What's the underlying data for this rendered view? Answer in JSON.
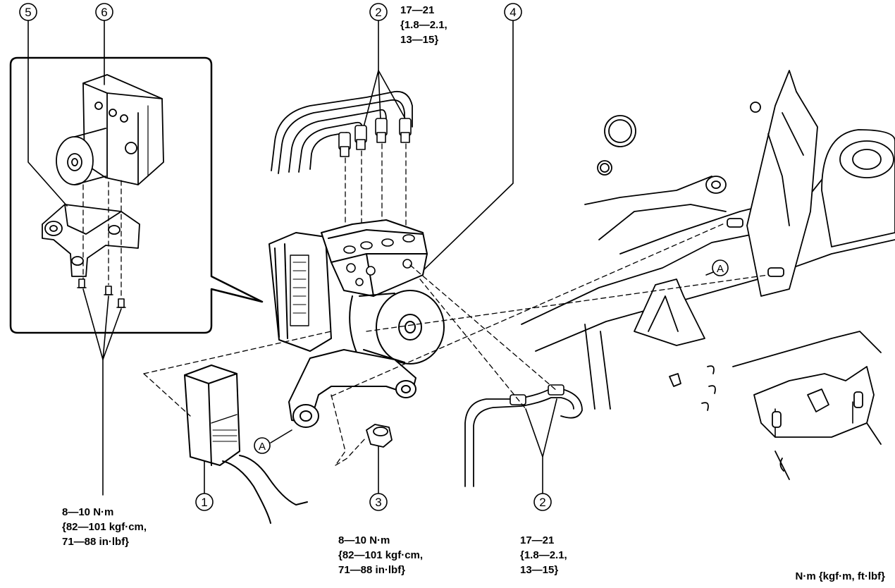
{
  "callouts": {
    "c1": "1",
    "c2_top": "2",
    "c2_bottom": "2",
    "c3": "3",
    "c4": "4",
    "c5": "5",
    "c6": "6",
    "ref_a_left": "A",
    "ref_a_right": "A"
  },
  "torque": {
    "top_right": [
      "17—21",
      "{1.8—2.1,",
      "13—15}"
    ],
    "bolts_left": [
      "8—10 N·m",
      "{82—101 kgf·cm,",
      "71—88 in·lbf}"
    ],
    "nut_center": [
      "8—10 N·m",
      "{82—101 kgf·cm,",
      "71—88 in·lbf}"
    ],
    "bottom_right": [
      "17—21",
      "{1.8—2.1,",
      "13—15}"
    ]
  },
  "unit_note": "N·m {kgf·m, ft·lbf}",
  "colors": {
    "line": "#000000",
    "background": "#ffffff",
    "fill_light": "#ffffff"
  }
}
